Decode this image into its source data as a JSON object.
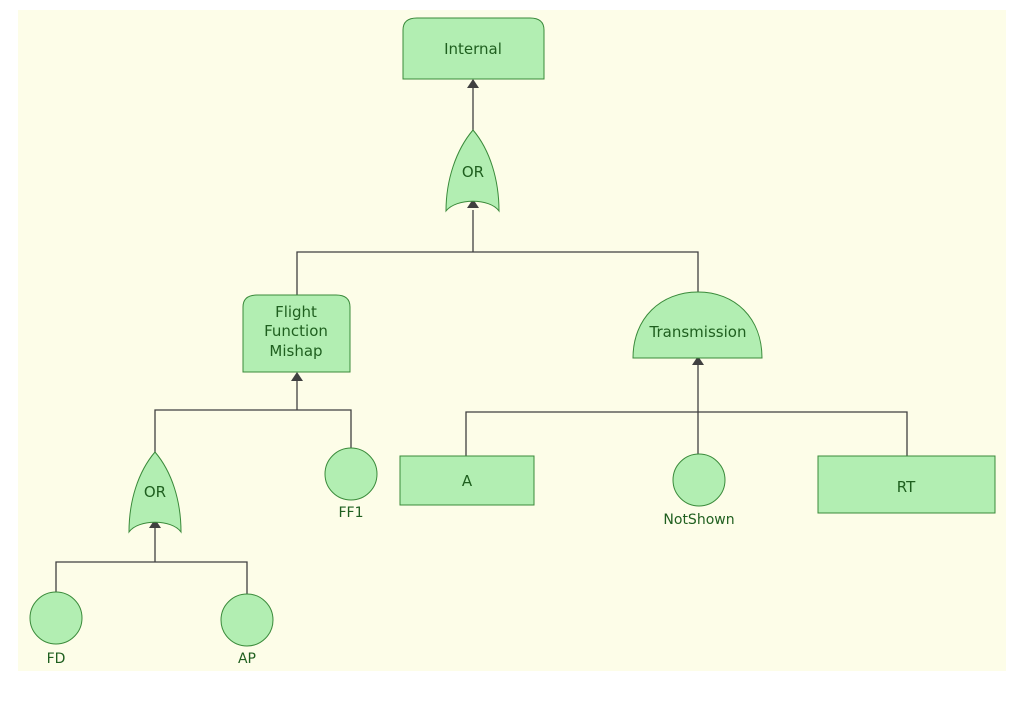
{
  "colors": {
    "canvas": "#fdfde8",
    "node_fill": "#b2eeb2",
    "node_stroke": "#3a8a3a",
    "text": "#1f5f1f",
    "line": "#404040"
  },
  "nodes": {
    "internal": {
      "label": "Internal",
      "shape": "rounded-top-event"
    },
    "or_top": {
      "label": "OR",
      "shape": "or-gate"
    },
    "flight_function_mishap": {
      "label_lines": [
        "Flight",
        "Function",
        "Mishap"
      ],
      "shape": "rounded-top-event"
    },
    "transmission": {
      "label": "Transmission",
      "shape": "dome-event"
    },
    "or_left": {
      "label": "OR",
      "shape": "or-gate"
    },
    "ff1": {
      "label": "FF1",
      "shape": "basic-event-circle"
    },
    "a": {
      "label": "A",
      "shape": "rectangle-event"
    },
    "notshown": {
      "label": "NotShown",
      "shape": "basic-event-circle"
    },
    "rt": {
      "label": "RT",
      "shape": "rectangle-event"
    },
    "fd": {
      "label": "FD",
      "shape": "basic-event-circle"
    },
    "ap": {
      "label": "AP",
      "shape": "basic-event-circle"
    }
  }
}
